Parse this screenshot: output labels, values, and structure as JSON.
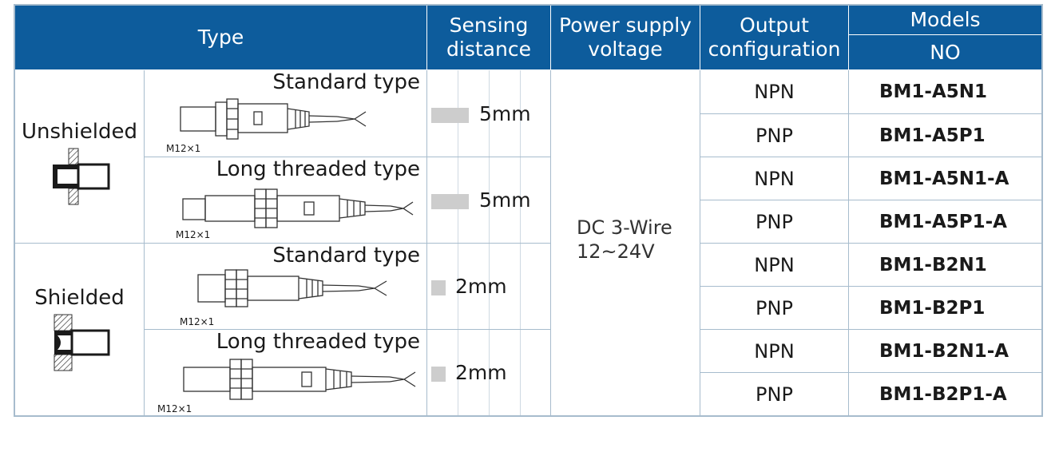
{
  "header": {
    "type": "Type",
    "sensing_distance": "Sensing\ndistance",
    "power_supply_voltage": "Power supply\nvoltage",
    "output_configuration": "Output\nconfiguration",
    "models": "Models",
    "no": "NO"
  },
  "groups": [
    {
      "name": "Unshielded",
      "variants": [
        {
          "type": "Standard type",
          "thread": "M12×1",
          "distance": "5mm"
        },
        {
          "type": "Long threaded type",
          "thread": "M12×1",
          "distance": "5mm"
        }
      ]
    },
    {
      "name": "Shielded",
      "variants": [
        {
          "type": "Standard type",
          "thread": "M12×1",
          "distance": "2mm"
        },
        {
          "type": "Long threaded type",
          "thread": "M12×1",
          "distance": "2mm"
        }
      ]
    }
  ],
  "power_supply": "DC 3-Wire\n12~24V",
  "rows": [
    {
      "output": "NPN",
      "model": "BM1-A5N1"
    },
    {
      "output": "PNP",
      "model": "BM1-A5P1"
    },
    {
      "output": "NPN",
      "model": "BM1-A5N1-A"
    },
    {
      "output": "PNP",
      "model": "BM1-A5P1-A"
    },
    {
      "output": "NPN",
      "model": "BM1-B2N1"
    },
    {
      "output": "PNP",
      "model": "BM1-B2P1"
    },
    {
      "output": "NPN",
      "model": "BM1-B2N1-A"
    },
    {
      "output": "PNP",
      "model": "BM1-B2P1-A"
    }
  ],
  "colors": {
    "header_bg": "#0d5c9c",
    "grid_line": "#a7bccd",
    "distance_bar": "#cdcdcd"
  }
}
